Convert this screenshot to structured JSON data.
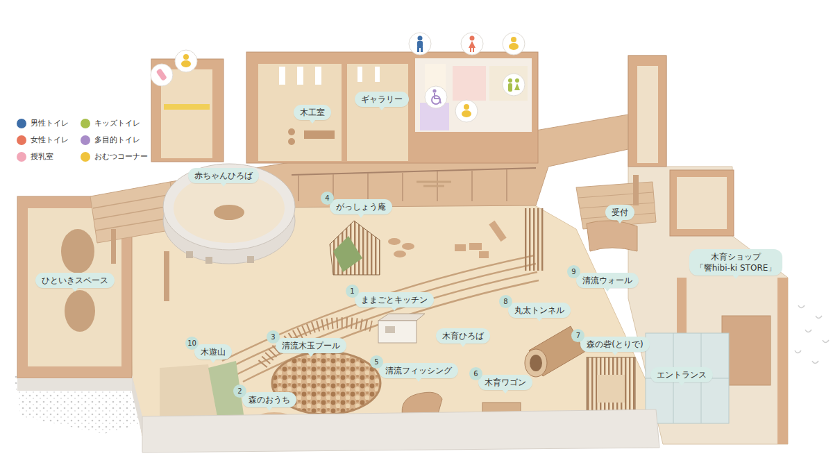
{
  "diagram": {
    "nodes": [
      {
        "text": [
          "木工室"
        ]
      },
      {
        "text": [
          "ギャラリー"
        ]
      },
      {
        "text": [
          "赤ちゃんひろば"
        ]
      },
      {
        "text": [
          "4",
          "がっしょう庵"
        ]
      },
      {
        "text": [
          "受付"
        ]
      },
      {
        "text": [
          "木育ショップ",
          "「響hibi-ki STORE」"
        ]
      },
      {
        "text": [
          "9",
          "清流ウォール"
        ]
      },
      {
        "text": [
          "ひといきスペース"
        ]
      },
      {
        "text": [
          "1",
          "ままごとキッチン"
        ]
      },
      {
        "text": [
          "8",
          "丸太トンネル"
        ]
      },
      {
        "text": [
          "木育ひろば"
        ]
      },
      {
        "text": [
          "10",
          "木遊山"
        ]
      },
      {
        "text": [
          "3",
          "清流木玉プール"
        ]
      },
      {
        "text": [
          "7",
          "森の砦(とりで)"
        ]
      },
      {
        "text": [
          "5",
          "清流フィッシング"
        ]
      },
      {
        "text": [
          "エントランス"
        ]
      },
      {
        "text": [
          "6",
          "木育ワゴン"
        ]
      },
      {
        "text": [
          "2",
          "森のおうち"
        ]
      }
    ],
    "legend": [
      {
        "text": "男性トイレ",
        "color": "#3d6ea8"
      },
      {
        "text": "キッズトイレ",
        "color": "#a8c04c"
      },
      {
        "text": "女性トイレ",
        "color": "#e8765c"
      },
      {
        "text": "多目的トイレ",
        "color": "#a88cc8"
      },
      {
        "text": "授乳室",
        "color": "#f2a7b8"
      },
      {
        "text": "おむつコーナー",
        "color": "#f0c33c"
      }
    ]
  }
}
